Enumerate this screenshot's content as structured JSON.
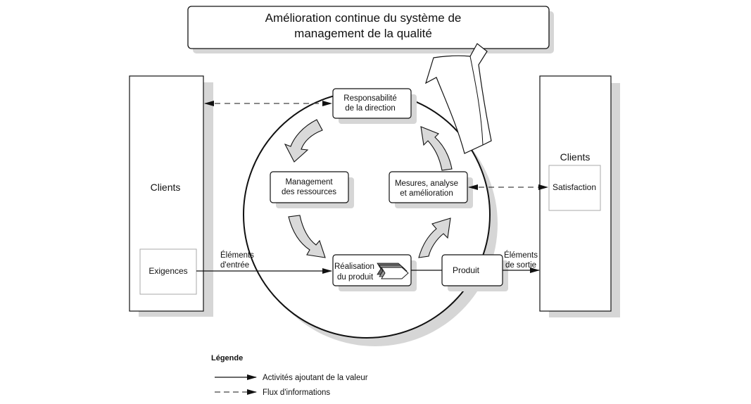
{
  "title_box": {
    "line1": "Amélioration continue du système de",
    "line2": "management de la qualité"
  },
  "left_clients": {
    "label": "Clients",
    "inner_box": "Exigences"
  },
  "right_clients": {
    "label": "Clients",
    "inner_box": "Satisfaction"
  },
  "process_boxes": {
    "responsabilite": {
      "line1": "Responsabilité",
      "line2": "de la direction"
    },
    "management": {
      "line1": "Management",
      "line2": "des ressources"
    },
    "mesures": {
      "line1": "Mesures, analyse",
      "line2": "et amélioration"
    },
    "realisation": {
      "line1": "Réalisation",
      "line2": "du produit"
    },
    "produit": {
      "label": "Produit"
    }
  },
  "flow_labels": {
    "input_line1": "Éléments",
    "input_line2": "d'entrée",
    "output_line1": "Éléments",
    "output_line2": "de sortie"
  },
  "legend": {
    "title": "Légende",
    "items": [
      {
        "style": "solid",
        "label": "Activités ajoutant de la valeur"
      },
      {
        "style": "dashed",
        "label": "Flux d'informations"
      }
    ]
  },
  "colors": {
    "stroke": "#111111",
    "shadow": "#d6d6d6",
    "arrow_fill": "#d9d9d9",
    "inner_box_stroke": "#aaaaaa",
    "dash": "#444444"
  }
}
